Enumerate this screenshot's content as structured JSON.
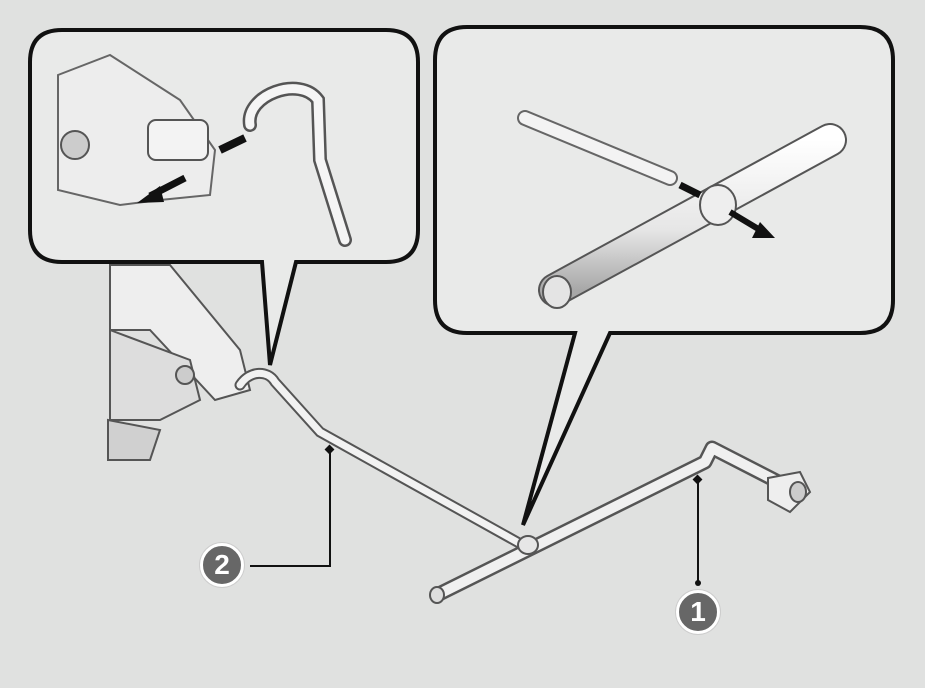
{
  "callouts": [
    {
      "id": "1",
      "label": "1",
      "part": "wheel-nut-wrench"
    },
    {
      "id": "2",
      "label": "2",
      "part": "jack-handle-bar"
    }
  ],
  "colors": {
    "background": "#e0e1e0",
    "bubble": "#e9eae9",
    "callout": "#676767",
    "outline": "#111111"
  }
}
